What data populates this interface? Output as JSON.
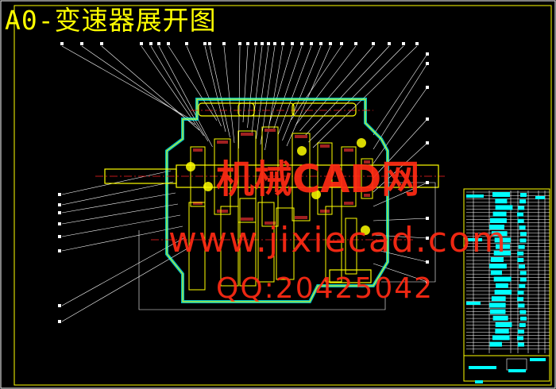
{
  "drawing": {
    "title": "A0-变速器展开图",
    "colors": {
      "background": "#000000",
      "outline": "#ffff00",
      "hatch": "#00ffff",
      "leader": "#ffffff",
      "centerline": "#ff2020",
      "watermark": "#ff2a14"
    }
  },
  "watermark": {
    "site_name": "机械CAD网",
    "url": "www.jixiecad.com",
    "qq": "QQ:20425042"
  }
}
